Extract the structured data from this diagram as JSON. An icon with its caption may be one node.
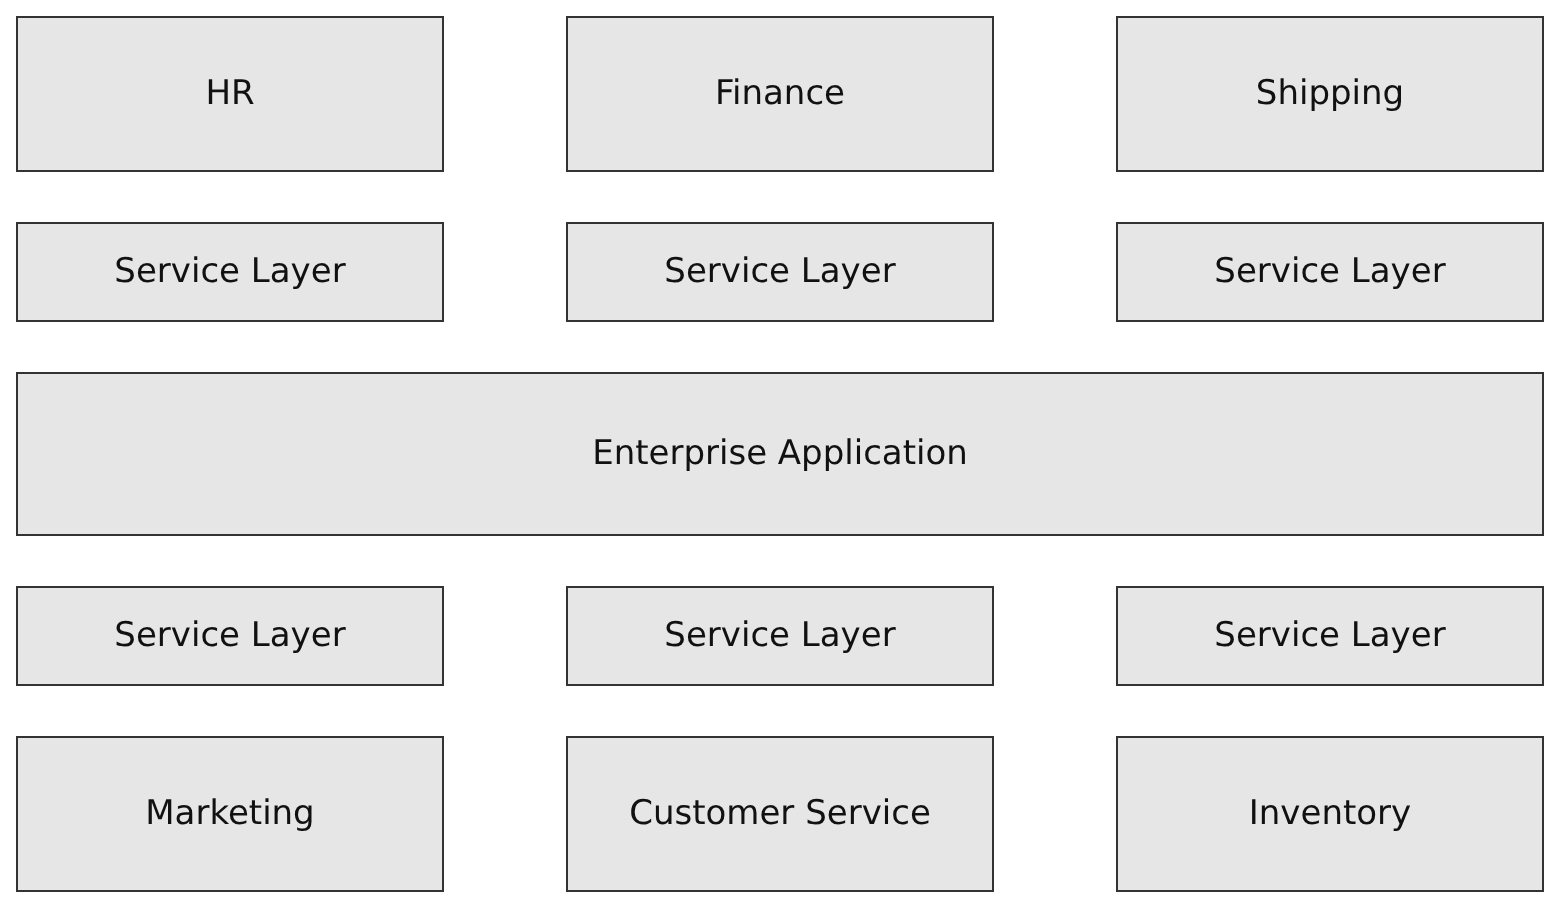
{
  "diagram": {
    "nodes": [
      {
        "text": [
          "HR"
        ]
      },
      {
        "text": [
          "Finance"
        ]
      },
      {
        "text": [
          "Shipping"
        ]
      },
      {
        "text": [
          "Service Layer"
        ]
      },
      {
        "text": [
          "Service Layer"
        ]
      },
      {
        "text": [
          "Service Layer"
        ]
      },
      {
        "text": [
          "Enterprise Application"
        ]
      },
      {
        "text": [
          "Service Layer"
        ]
      },
      {
        "text": [
          "Service Layer"
        ]
      },
      {
        "text": [
          "Service Layer"
        ]
      },
      {
        "text": [
          "Marketing"
        ]
      },
      {
        "text": [
          "Customer Service"
        ]
      },
      {
        "text": [
          "Inventory"
        ]
      }
    ]
  }
}
